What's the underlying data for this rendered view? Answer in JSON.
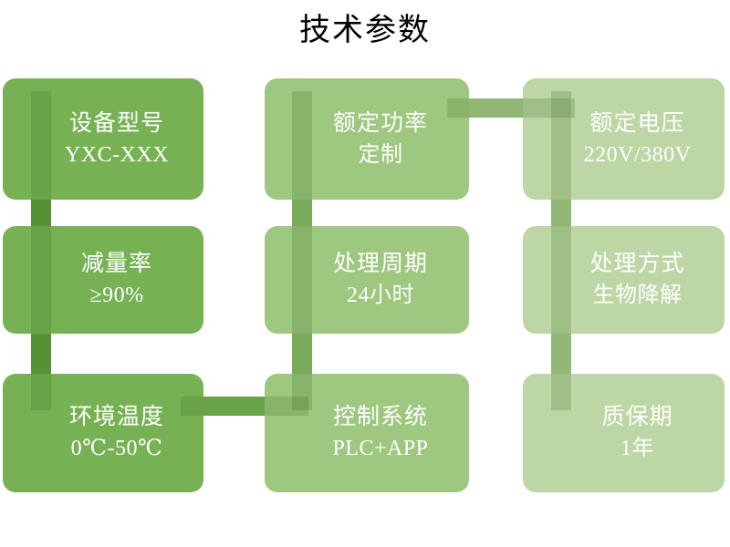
{
  "title": "技术参数",
  "theme": {
    "background": "#ffffff",
    "title_color": "#000000",
    "box_color_dark": "#76b254",
    "box_color_mid": "#9ec77f",
    "box_color_light": "#bdd6a5",
    "connector_color": "#5f9c3c",
    "text_color": "#ffffff"
  },
  "nodes": [
    {
      "id": "model",
      "label": "设备型号",
      "value": "YXC-XXX",
      "row": 1,
      "col": 1
    },
    {
      "id": "power",
      "label": "额定功率",
      "value": "定制",
      "row": 1,
      "col": 2
    },
    {
      "id": "voltage",
      "label": "额定电压",
      "value": "220V/380V",
      "row": 1,
      "col": 3
    },
    {
      "id": "reduction",
      "label": "减量率",
      "value": "≥90%",
      "row": 2,
      "col": 1
    },
    {
      "id": "cycle",
      "label": "处理周期",
      "value": "24小时",
      "row": 2,
      "col": 2
    },
    {
      "id": "method",
      "label": "处理方式",
      "value": "生物降解",
      "row": 2,
      "col": 3
    },
    {
      "id": "temperature",
      "label": "环境温度",
      "value": "0℃-50℃",
      "row": 3,
      "col": 1
    },
    {
      "id": "control",
      "label": "控制系统",
      "value": "PLC+APP",
      "row": 3,
      "col": 2
    },
    {
      "id": "warranty",
      "label": "质保期",
      "value": "1年",
      "row": 3,
      "col": 3
    }
  ],
  "connectors": [
    {
      "id": "v-col1",
      "orientation": "vertical",
      "from": "model",
      "to": "temperature"
    },
    {
      "id": "v-col2",
      "orientation": "vertical",
      "from": "power",
      "to": "control"
    },
    {
      "id": "v-col3",
      "orientation": "vertical",
      "from": "voltage",
      "to": "warranty"
    },
    {
      "id": "h-top",
      "orientation": "horizontal",
      "from": "power",
      "to": "voltage"
    },
    {
      "id": "h-bot",
      "orientation": "horizontal",
      "from": "temperature",
      "to": "control"
    }
  ]
}
